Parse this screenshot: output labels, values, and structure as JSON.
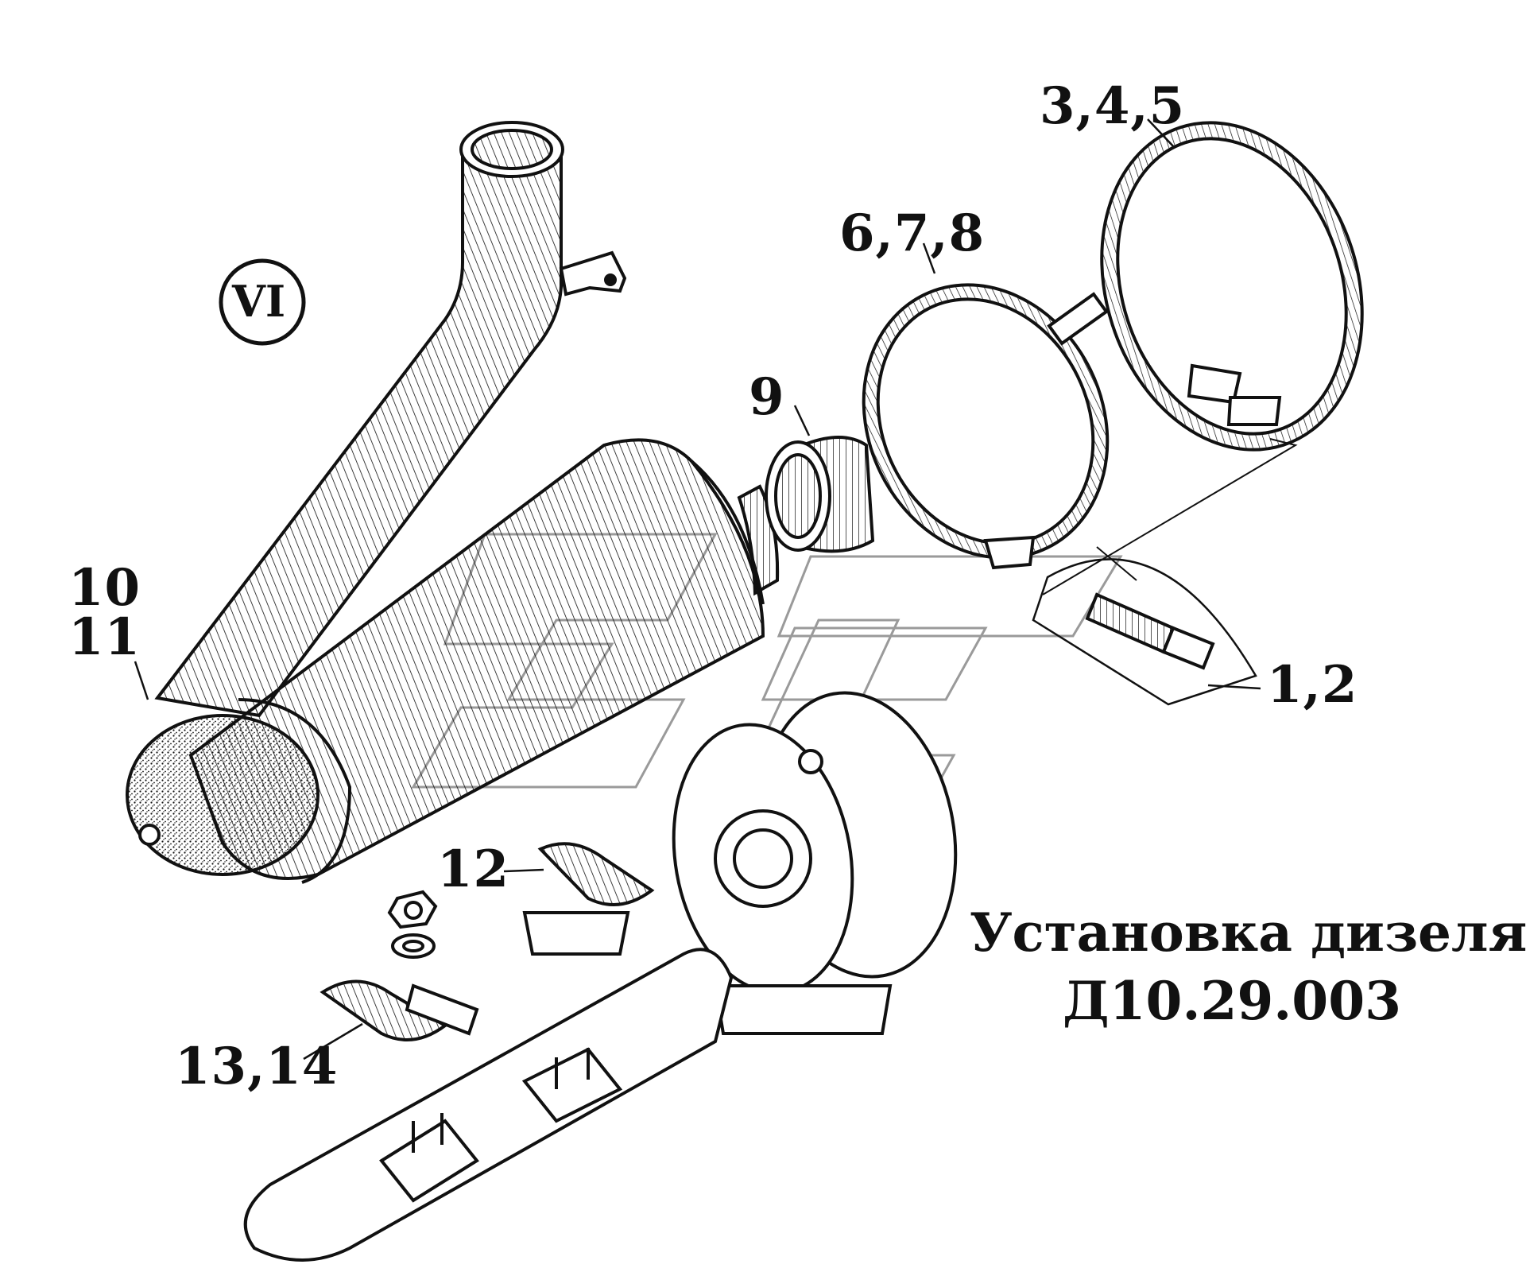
{
  "figure": {
    "title_line1": "Установка дизеля",
    "title_line2": "Д10.29.003",
    "view_marker": "VI"
  },
  "callouts": {
    "c_345": "3,4,5",
    "c_678": "6,7,8",
    "c_9": "9",
    "c_10": "10",
    "c_11": "11",
    "c_12": "12",
    "c_1314": "13,14",
    "c_12b": "1,2"
  },
  "colors": {
    "ink": "#111111",
    "paper": "#ffffff",
    "watermark": "#9a9a9a"
  }
}
